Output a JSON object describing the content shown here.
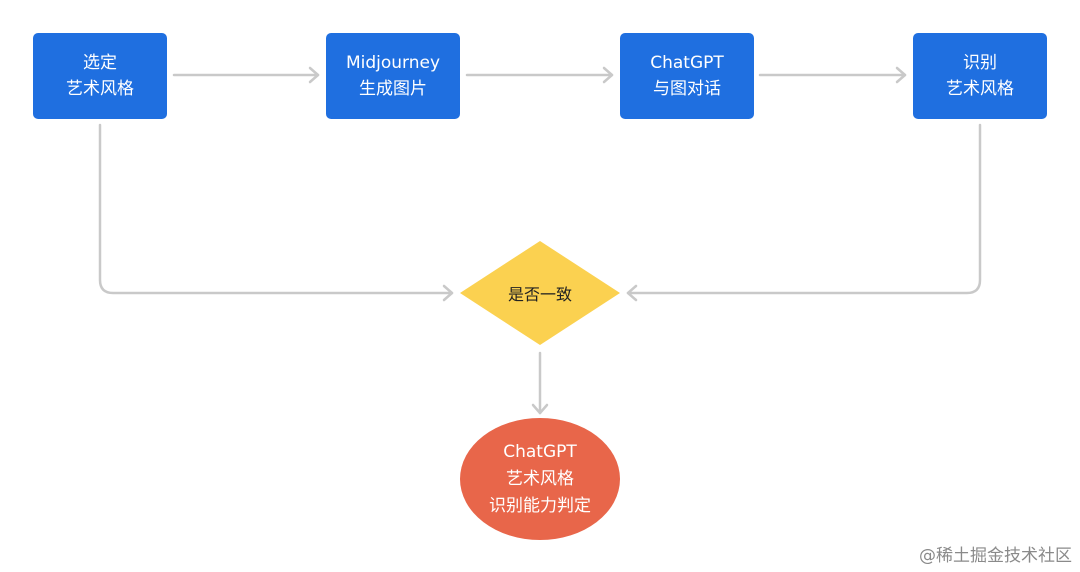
{
  "nodes": {
    "select_style": {
      "line1": "选定",
      "line2": "艺术风格"
    },
    "midjourney": {
      "line1": "Midjourney",
      "line2": "生成图片"
    },
    "chatgpt_dialog": {
      "line1": "ChatGPT",
      "line2": "与图对话"
    },
    "identify_style": {
      "line1": "识别",
      "line2": "艺术风格"
    },
    "decision": {
      "label": "是否一致"
    },
    "result": {
      "line1": "ChatGPT",
      "line2": "艺术风格",
      "line3": "识别能力判定"
    }
  },
  "colors": {
    "process_box": "#1f6fe0",
    "decision": "#fbd150",
    "result": "#e8664a",
    "connector": "#c9c9c9"
  },
  "watermark": "@稀土掘金技术社区"
}
